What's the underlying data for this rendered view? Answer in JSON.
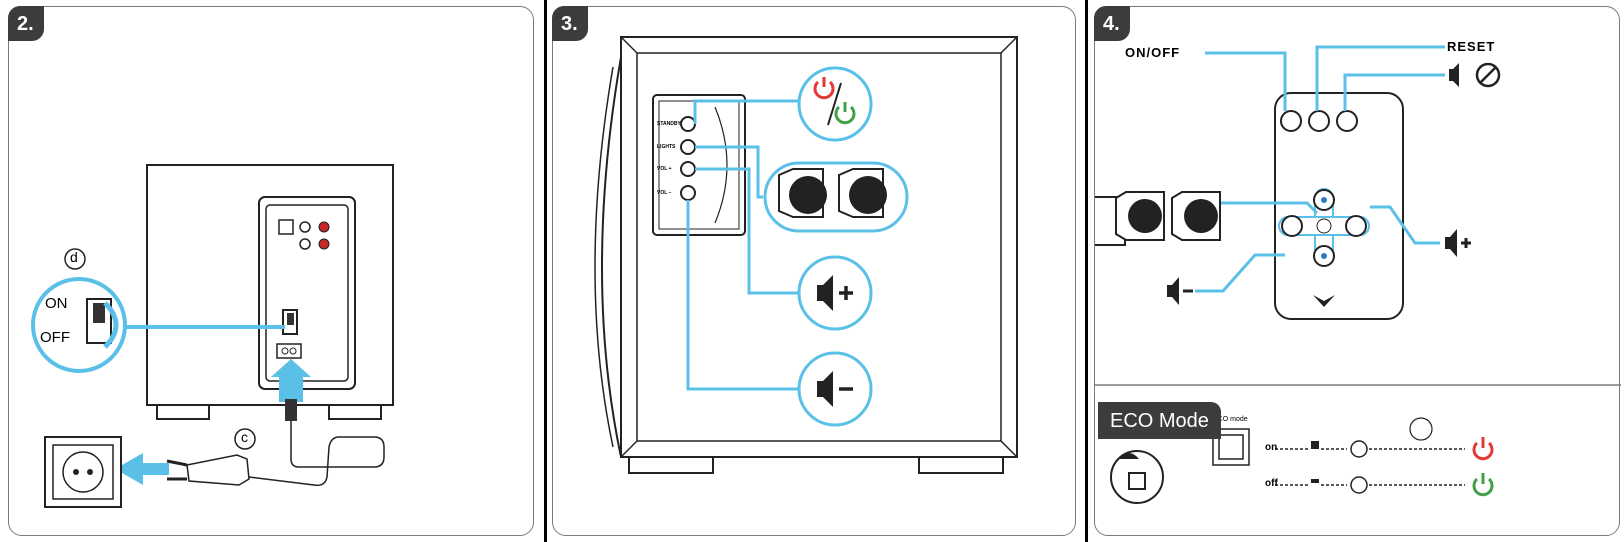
{
  "panels": [
    {
      "step": "2."
    },
    {
      "step": "3."
    },
    {
      "step": "4."
    }
  ],
  "panel2": {
    "callout_d": "d",
    "callout_c": "c",
    "switch_on": "ON",
    "switch_off": "OFF"
  },
  "panel3": {
    "labels": [
      "STANDBY",
      "LIGHTS",
      "VOL +",
      "VOL –"
    ]
  },
  "panel4": {
    "on_off": "ON/OFF",
    "reset": "RESET",
    "eco_title": "ECO Mode",
    "eco_button": "ECO mode",
    "eco_on": "on",
    "eco_off": "off"
  },
  "colors": {
    "accent": "#5bc0e8",
    "power_red": "#e53935",
    "power_green": "#43a047",
    "badge": "#3c3c3c"
  }
}
